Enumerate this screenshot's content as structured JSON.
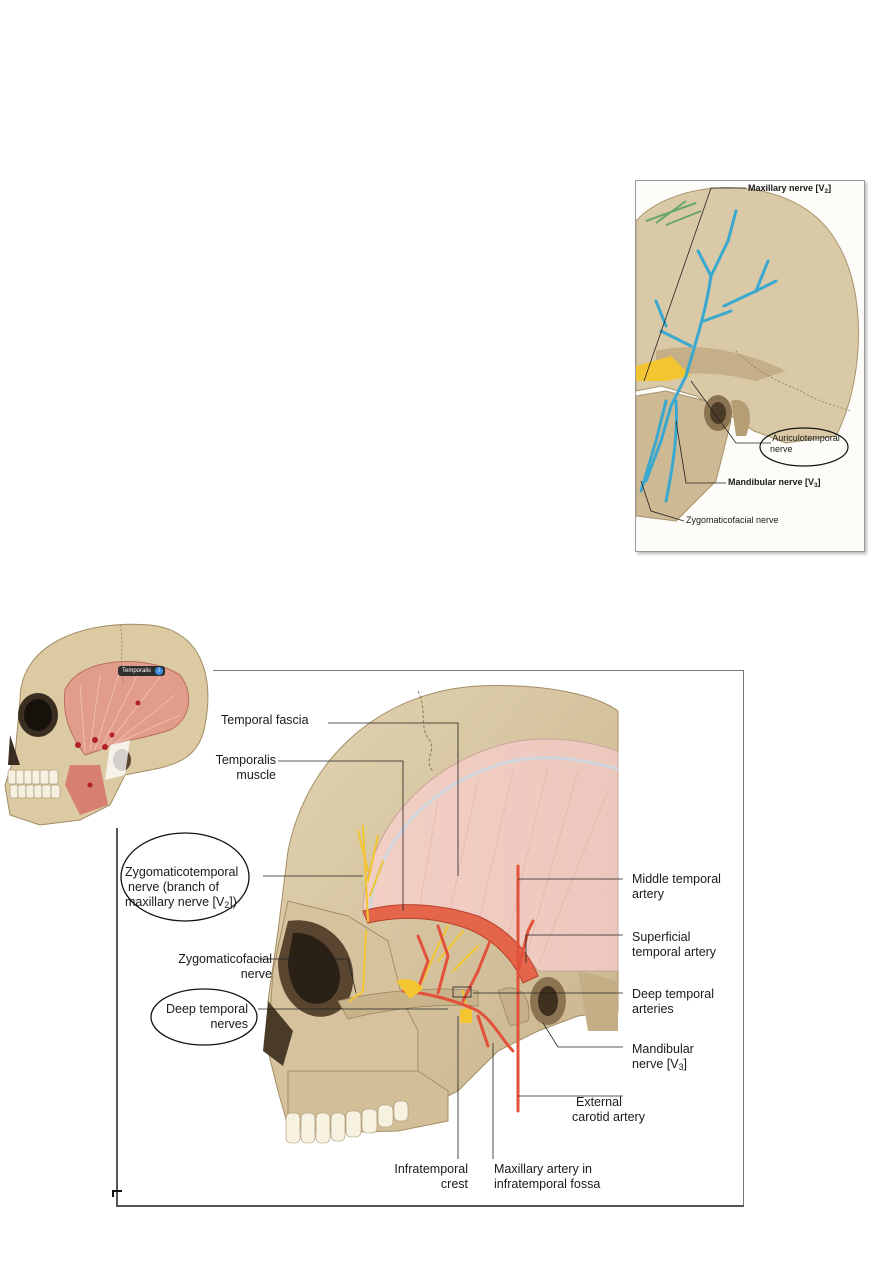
{
  "small_figure": {
    "labels": {
      "maxillary_nerve": "Maxillary nerve [V",
      "maxillary_nerve_sub": "2",
      "maxillary_nerve_end": "]",
      "auriculotemporal_1": "Auriculotemporal",
      "auriculotemporal_2": "nerve",
      "mandibular_nerve": "Mandibular nerve [V",
      "mandibular_nerve_sub": "3",
      "mandibular_nerve_end": "]",
      "zygomaticofacial": "Zygomaticofacial nerve"
    }
  },
  "thumbnail": {
    "tag": "Temporalis"
  },
  "main_figure": {
    "labels": {
      "temporal_fascia": "Temporal fascia",
      "temporalis_1": "Temporalis",
      "temporalis_2": "muscle",
      "zygomaticotemporal_1": "Zygomaticotemporal",
      "zygomaticotemporal_2": "nerve (branch of",
      "zygomaticotemporal_3": "maxillary nerve [V",
      "zygomaticotemporal_3_sub": "2",
      "zygomaticotemporal_3_end": "])",
      "zygomaticofacial_1": "Zygomaticofacial",
      "zygomaticofacial_2": "nerve",
      "deep_temporal_nerves_1": "Deep temporal",
      "deep_temporal_nerves_2": "nerves",
      "middle_temporal_1": "Middle temporal",
      "middle_temporal_2": "artery",
      "superficial_temporal_1": "Superficial",
      "superficial_temporal_2": "temporal artery",
      "deep_temporal_arteries_1": "Deep temporal",
      "deep_temporal_arteries_2": "arteries",
      "mandibular_1": "Mandibular",
      "mandibular_2": "nerve [V",
      "mandibular_2_sub": "3",
      "mandibular_2_end": "]",
      "external_carotid_1": "External",
      "external_carotid_2": "carotid artery",
      "infratemporal_crest_1": "Infratemporal",
      "infratemporal_crest_2": "crest",
      "maxillary_artery_1": "Maxillary artery in",
      "maxillary_artery_2": "infratemporal fossa"
    }
  },
  "colors": {
    "bone": "#d9c9a6",
    "bone_shadow": "#b9a47c",
    "nerve_blue": "#3aa8cf",
    "nerve_yellow": "#f2c531",
    "artery_red": "#e2513b",
    "muscle": "#e7a797",
    "fascia": "#f1d2c8"
  }
}
